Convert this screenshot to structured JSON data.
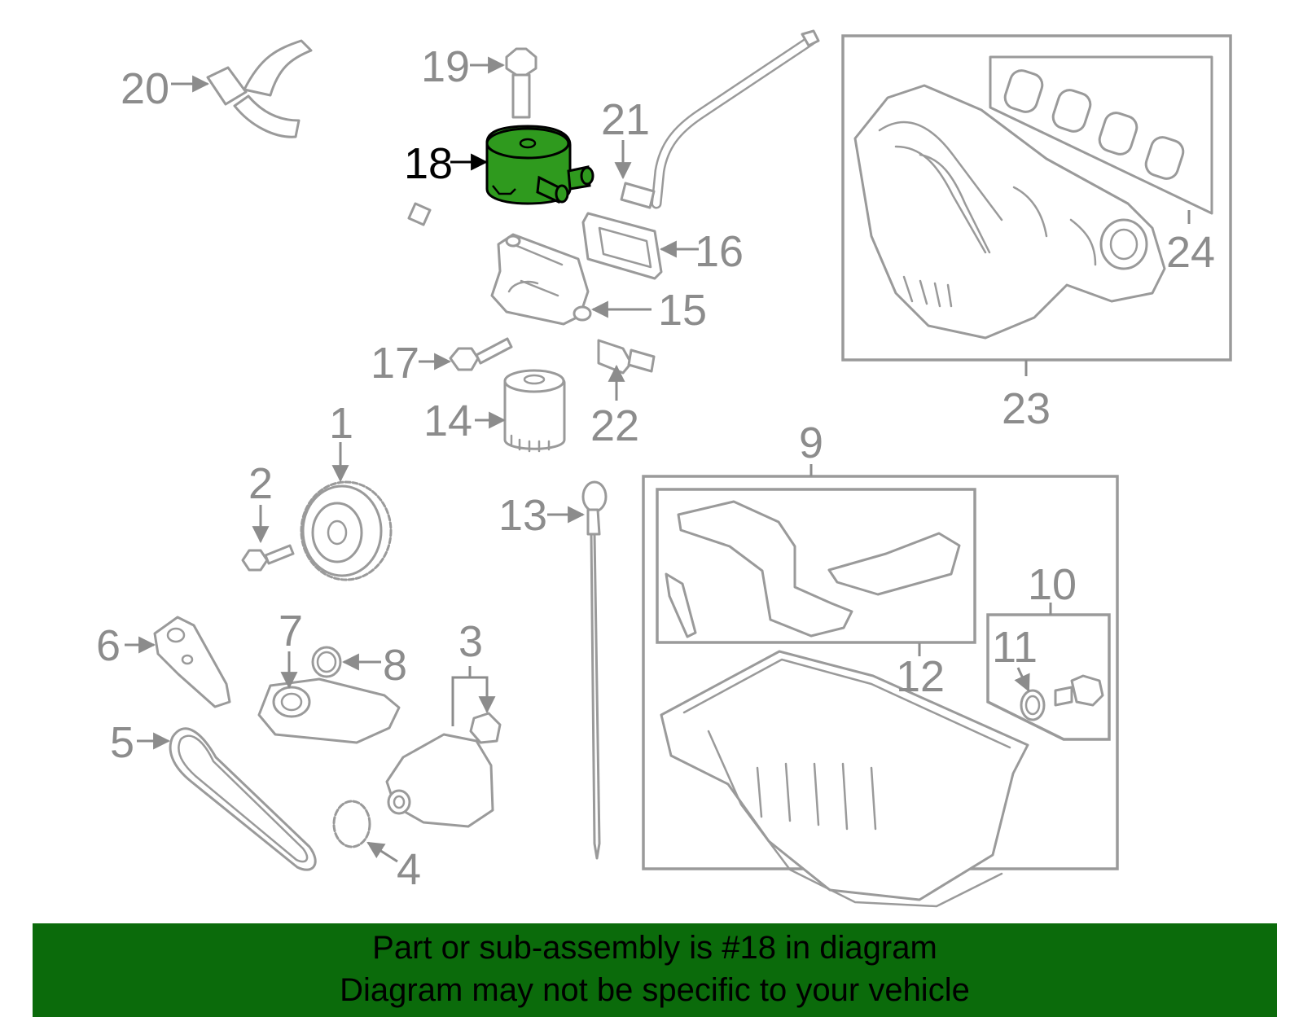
{
  "colors": {
    "highlight_fill": "#2f9a1e",
    "banner_background": "#0b6b0b",
    "part_stroke": "#9a9a9a",
    "label_text": "#8c8c8c"
  },
  "diagram": {
    "highlighted_part": "18",
    "callouts": {
      "c1": "1",
      "c2": "2",
      "c3": "3",
      "c4": "4",
      "c5": "5",
      "c6": "6",
      "c7": "7",
      "c8": "8",
      "c9": "9",
      "c10": "10",
      "c11": "11",
      "c12": "12",
      "c13": "13",
      "c14": "14",
      "c15": "15",
      "c16": "16",
      "c17": "17",
      "c18": "18",
      "c19": "19",
      "c20": "20",
      "c21": "21",
      "c22": "22",
      "c23": "23",
      "c24": "24"
    }
  },
  "banner": {
    "line1": "Part or sub-assembly is #18 in diagram",
    "line2": "Diagram may not be specific to your vehicle"
  }
}
